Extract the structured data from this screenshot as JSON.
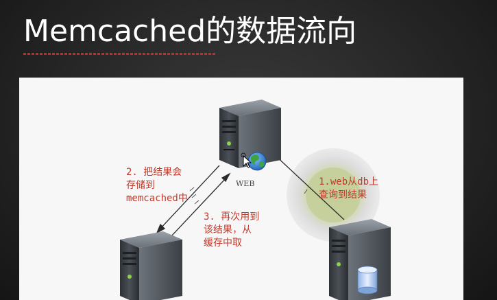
{
  "slide": {
    "title": "Memcached的数据流向"
  },
  "diagram": {
    "web_label": "WEB",
    "notes": {
      "step2": [
        "2. 把结果会",
        "存储到",
        "memcached中"
      ],
      "step3": [
        "3. 再次用到",
        "该结果，从",
        "缓存中取"
      ],
      "step1": [
        "1.web从db上",
        "查询到结果"
      ]
    }
  },
  "colors": {
    "annotation": "#c0392b",
    "highlight": "#c8d2a0"
  }
}
